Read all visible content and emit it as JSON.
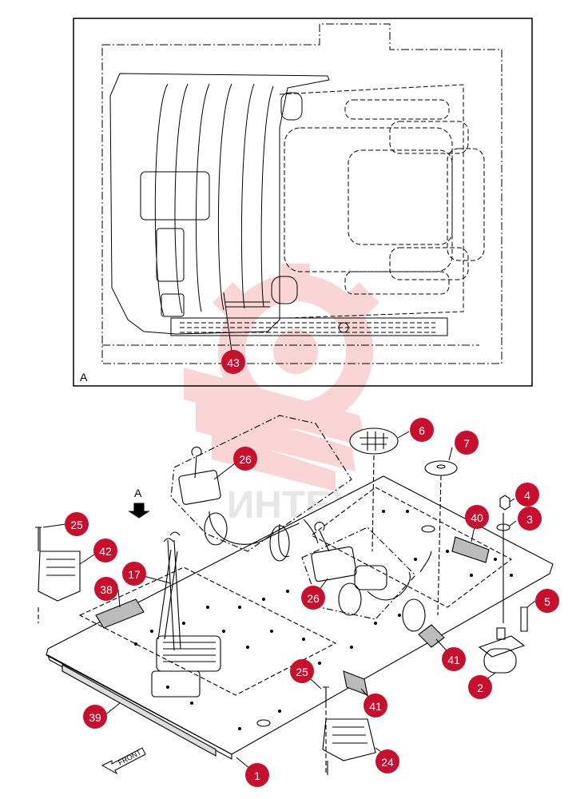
{
  "view": {
    "inset_label": "A",
    "view_arrow_label": "A",
    "front_label": "FRONT"
  },
  "watermark": {
    "text": "ИНТЕХ",
    "color": "#e8454a"
  },
  "callout_color": "#c8102e",
  "callouts": [
    {
      "id": "43",
      "label": "43"
    },
    {
      "id": "6",
      "label": "6"
    },
    {
      "id": "7",
      "label": "7"
    },
    {
      "id": "26a",
      "label": "26"
    },
    {
      "id": "4",
      "label": "4"
    },
    {
      "id": "3",
      "label": "3"
    },
    {
      "id": "25a",
      "label": "25"
    },
    {
      "id": "42",
      "label": "42"
    },
    {
      "id": "40",
      "label": "40"
    },
    {
      "id": "17",
      "label": "17"
    },
    {
      "id": "38",
      "label": "38"
    },
    {
      "id": "26b",
      "label": "26"
    },
    {
      "id": "5",
      "label": "5"
    },
    {
      "id": "41a",
      "label": "41"
    },
    {
      "id": "25b",
      "label": "25"
    },
    {
      "id": "2",
      "label": "2"
    },
    {
      "id": "39",
      "label": "39"
    },
    {
      "id": "41b",
      "label": "41"
    },
    {
      "id": "24",
      "label": "24"
    },
    {
      "id": "1",
      "label": "1"
    }
  ]
}
